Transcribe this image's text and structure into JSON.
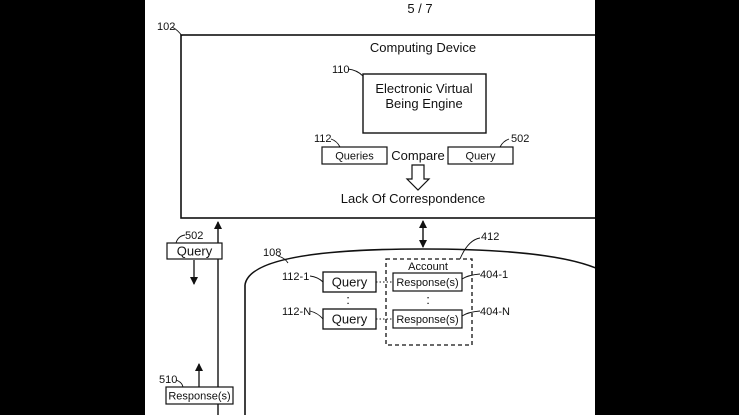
{
  "page_number": "5 / 7",
  "computing_device": {
    "ref": "102",
    "title": "Computing Device"
  },
  "engine": {
    "ref": "110",
    "line1": "Electronic Virtual",
    "line2": "Being Engine"
  },
  "queries_box": {
    "ref": "112",
    "label": "Queries"
  },
  "compare_label": "Compare",
  "query_box": {
    "ref": "502",
    "label": "Query"
  },
  "result_label": "Lack Of  Correspondence",
  "outgoing_query": {
    "ref": "502",
    "label": "Query"
  },
  "incoming_response": {
    "ref": "510",
    "label": "Response(s)"
  },
  "database": {
    "ref": "108"
  },
  "account": {
    "ref": "412",
    "title": "Account",
    "ellipsis": ":",
    "rows": [
      {
        "query_ref": "112-1",
        "query_label": "Query",
        "response_label": "Response(s)",
        "response_ref": "404-1"
      },
      {
        "query_ref": "112-N",
        "query_label": "Query",
        "response_label": "Response(s)",
        "response_ref": "404-N"
      }
    ]
  }
}
